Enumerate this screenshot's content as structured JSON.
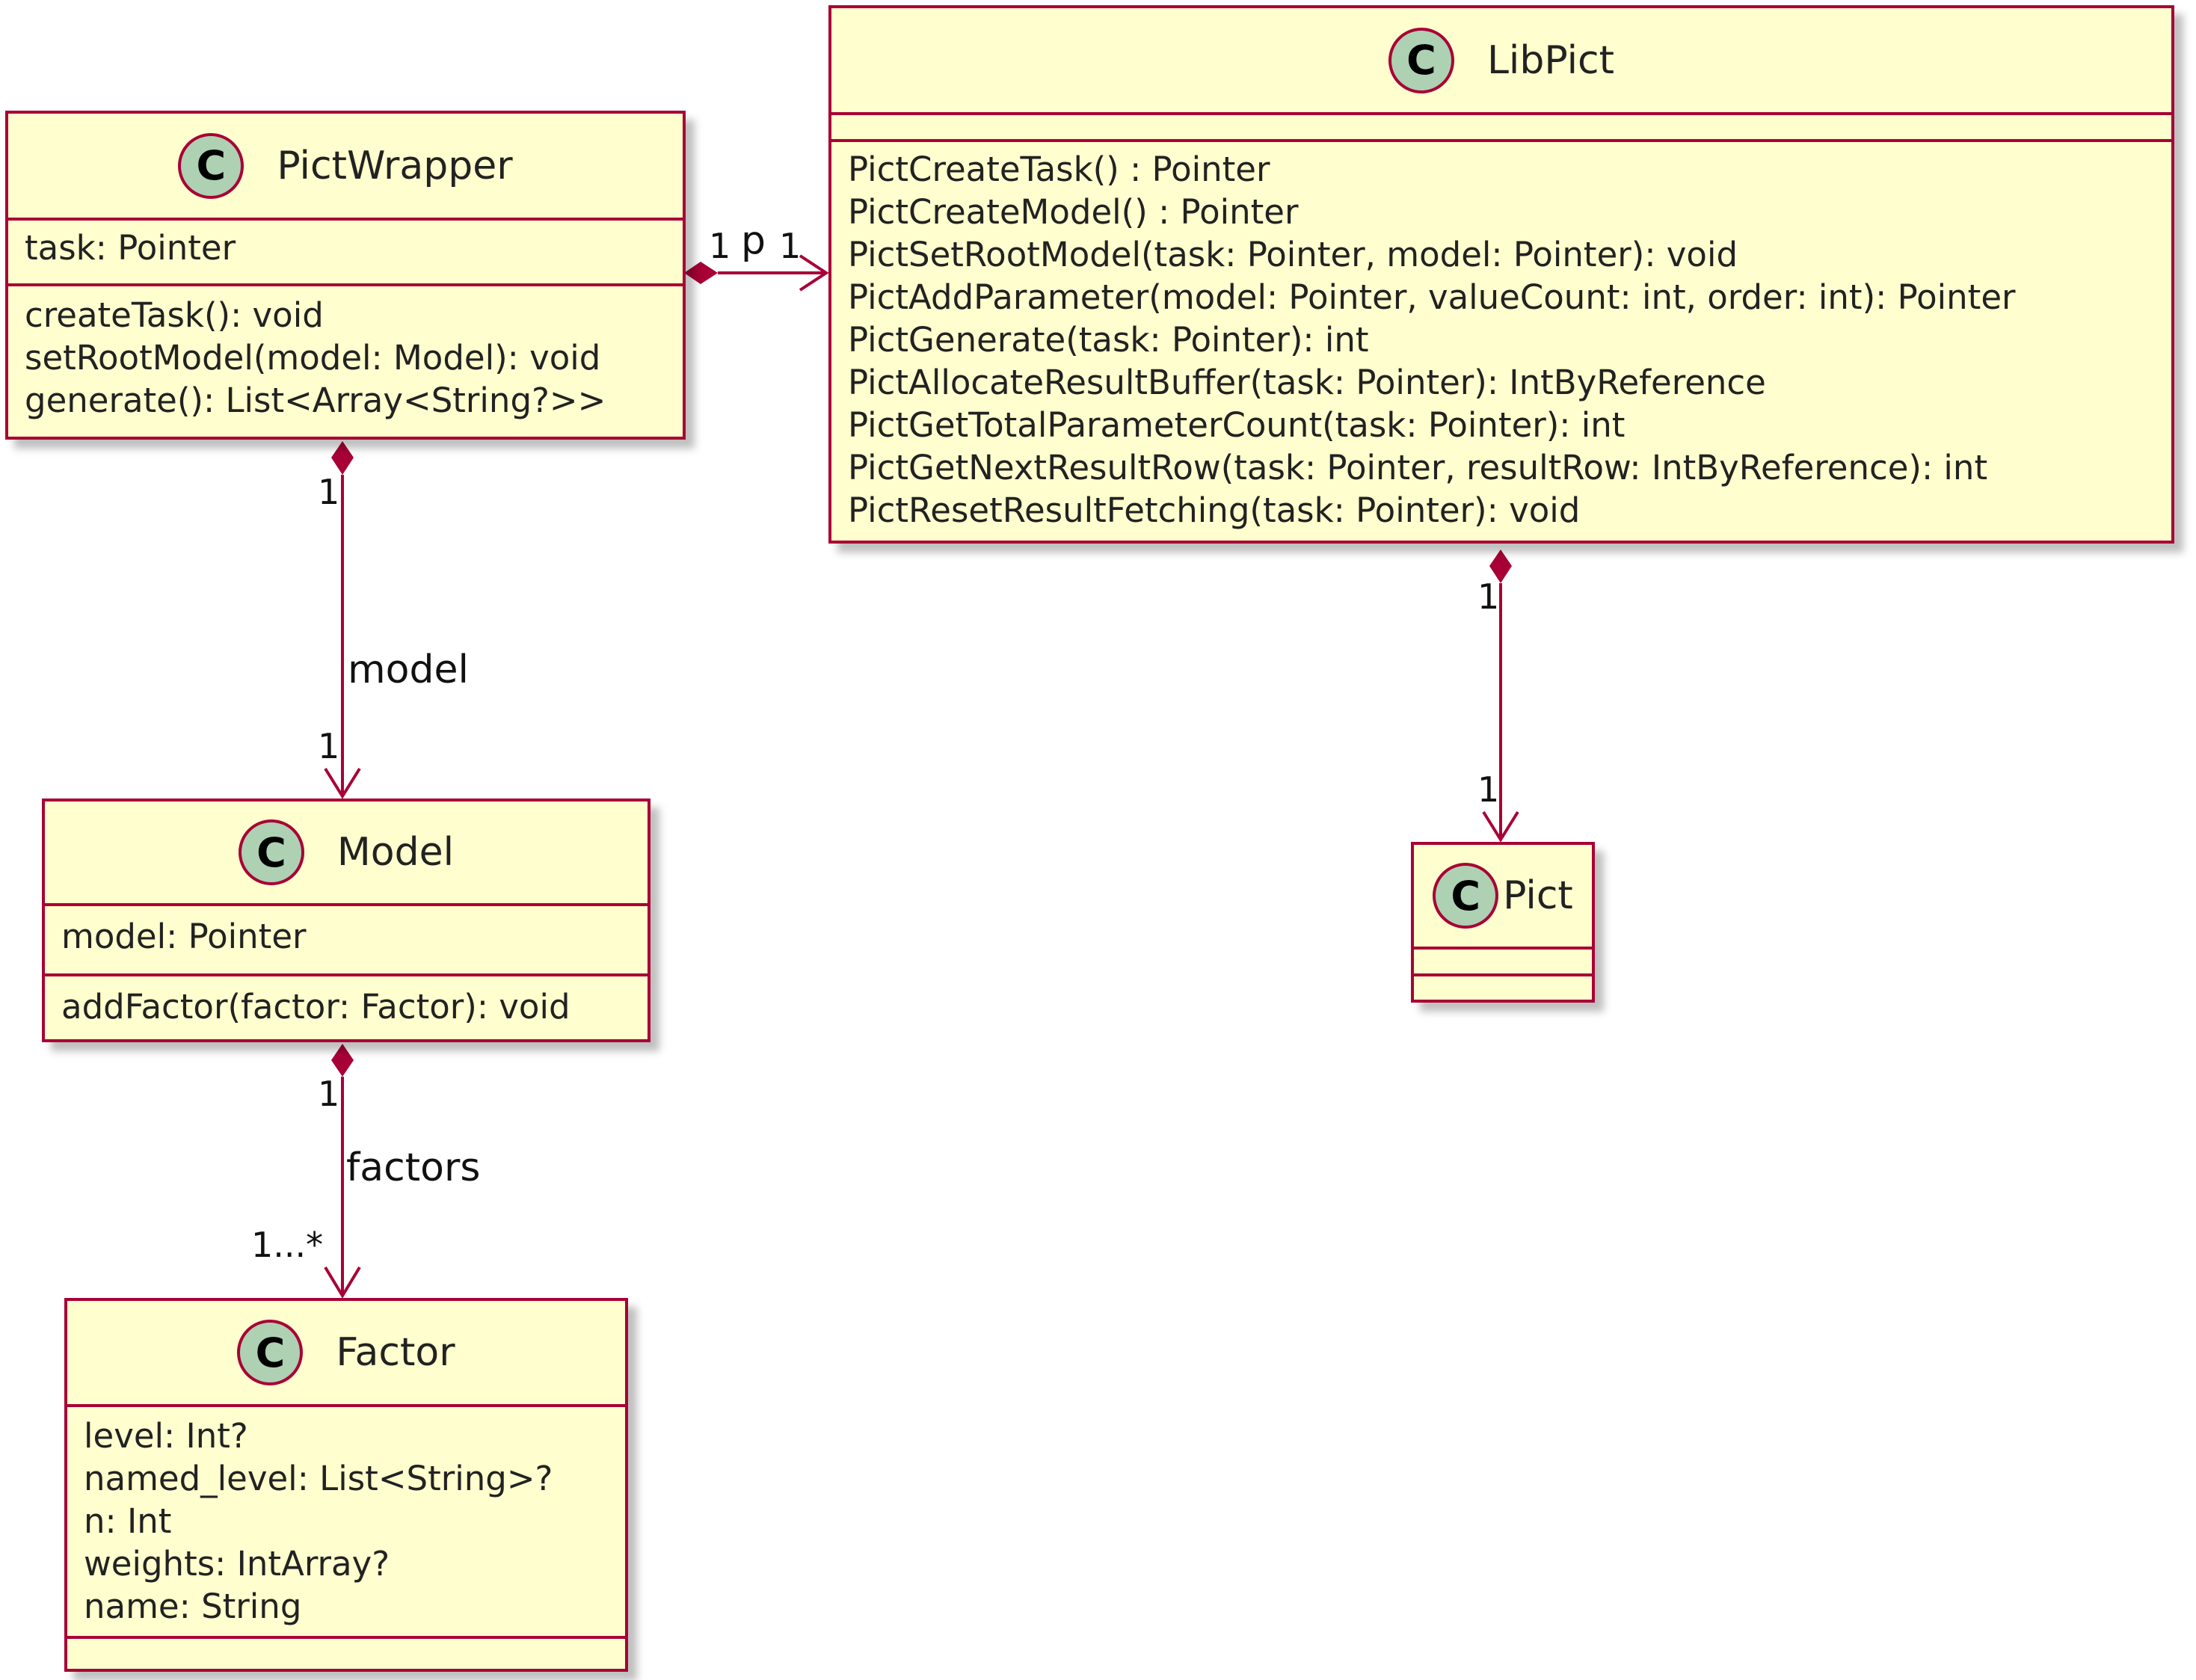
{
  "classes": {
    "pictwrapper": {
      "icon": "C",
      "name": "PictWrapper",
      "fields": [
        "task: Pointer"
      ],
      "methods": [
        "createTask(): void",
        "setRootModel(model: Model): void",
        "generate(): List<Array<String?>>"
      ]
    },
    "libpict": {
      "icon": "C",
      "name": "LibPict",
      "fields": [],
      "methods": [
        "PictCreateTask() : Pointer",
        "PictCreateModel() : Pointer",
        "PictSetRootModel(task: Pointer, model: Pointer): void",
        "PictAddParameter(model: Pointer, valueCount: int, order: int): Pointer",
        "PictGenerate(task: Pointer): int",
        "PictAllocateResultBuffer(task: Pointer): IntByReference",
        "PictGetTotalParameterCount(task: Pointer): int",
        "PictGetNextResultRow(task: Pointer, resultRow: IntByReference): int",
        "PictResetResultFetching(task: Pointer): void"
      ]
    },
    "model": {
      "icon": "C",
      "name": "Model",
      "fields": [
        "model: Pointer"
      ],
      "methods": [
        "addFactor(factor: Factor): void"
      ]
    },
    "pict": {
      "icon": "C",
      "name": "Pict",
      "fields": [],
      "methods": []
    },
    "factor": {
      "icon": "C",
      "name": "Factor",
      "fields": [
        "level: Int?",
        "named_level: List<String>?",
        "n: Int",
        "weights: IntArray?",
        "name: String"
      ],
      "methods": []
    }
  },
  "relations": {
    "pictwrapper_libpict": {
      "label": "p",
      "source_mult": "1",
      "target_mult": "1"
    },
    "pictwrapper_model": {
      "label": "model",
      "source_mult": "1",
      "target_mult": "1"
    },
    "model_factor": {
      "label": "factors",
      "source_mult": "1",
      "target_mult": "1...*"
    },
    "libpict_pict": {
      "label": "",
      "source_mult": "1",
      "target_mult": "1"
    }
  },
  "colors": {
    "border": "#a80036",
    "fill": "#fefece",
    "icon": "#add1b2"
  }
}
